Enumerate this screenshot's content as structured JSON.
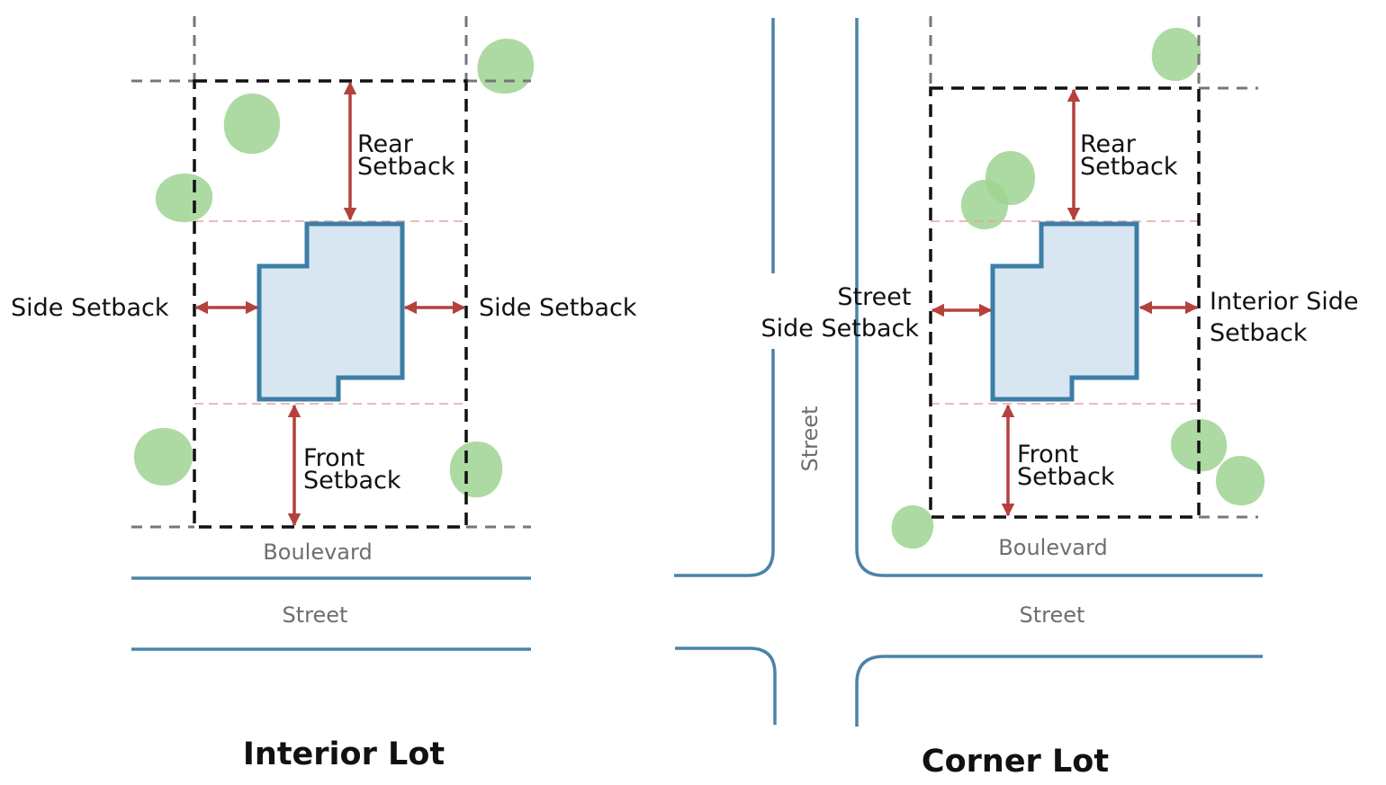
{
  "interior_lot": {
    "title": "Interior Lot",
    "rear_setback": [
      "Rear",
      "Setback"
    ],
    "front_setback": [
      "Front",
      "Setback"
    ],
    "left_side_setback": "Side Setback",
    "right_side_setback": "Side Setback",
    "boulevard": "Boulevard",
    "street": "Street"
  },
  "corner_lot": {
    "title": "Corner Lot",
    "rear_setback": [
      "Rear",
      "Setback"
    ],
    "front_setback": [
      "Front",
      "Setback"
    ],
    "street_side_setback": [
      "Street",
      "Side Setback"
    ],
    "interior_side_setback": [
      "Interior Side",
      "Setback"
    ],
    "boulevard": "Boulevard",
    "street": "Street",
    "side_street": "Street"
  },
  "colors": {
    "setback_arrow": "#b5413d",
    "building_fill": "#d7e6f1",
    "building_outline": "#3c7ea5",
    "street_line": "#4a84a8",
    "tree": "#9ed492",
    "lot_line": "#111111"
  }
}
